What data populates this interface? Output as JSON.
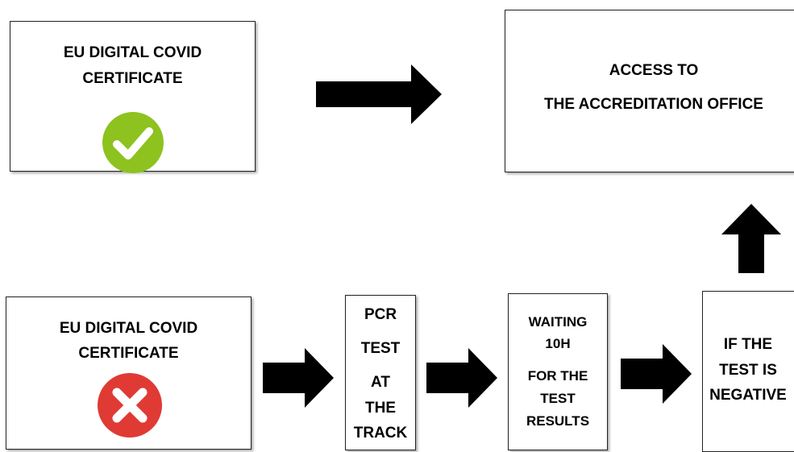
{
  "top_certificate": {
    "line1": "EU DIGITAL COVID",
    "line2": "CERTIFICATE",
    "icon": "check-circle-icon",
    "color": "#8DC21F"
  },
  "access_box": {
    "line1": "ACCESS TO",
    "line2": "THE ACCREDITATION OFFICE"
  },
  "bottom_certificate": {
    "line1": "EU DIGITAL COVID",
    "line2": "CERTIFICATE",
    "icon": "x-circle-icon",
    "color": "#E03A35"
  },
  "pcr_box": {
    "lines": [
      "PCR",
      "TEST",
      "AT",
      "THE",
      "TRACK"
    ]
  },
  "waiting_box": {
    "line1": "WAITING",
    "line2": "10H",
    "line3": "FOR THE",
    "line4": "TEST",
    "line5": "RESULTS"
  },
  "negative_box": {
    "lines": [
      "IF THE",
      "TEST IS",
      "NEGATIVE"
    ]
  },
  "arrows": [
    "right-arrow-icon",
    "right-arrow-icon",
    "right-arrow-icon",
    "right-arrow-icon",
    "up-arrow-icon"
  ]
}
